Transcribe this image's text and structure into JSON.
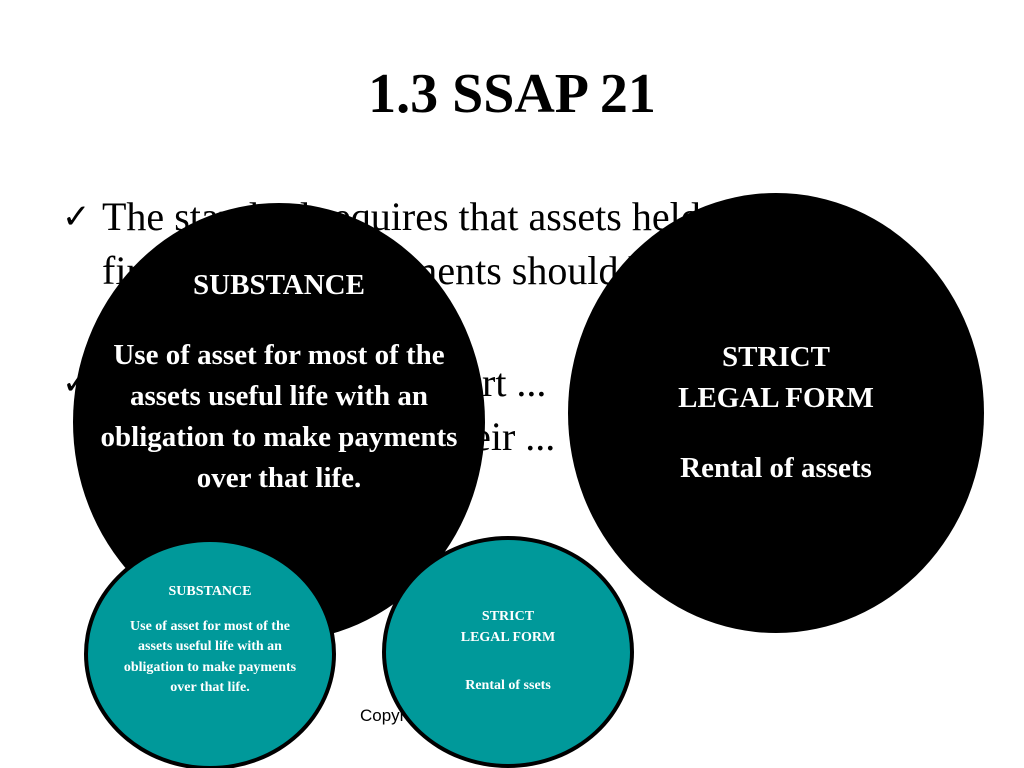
{
  "slide": {
    "title": "1.3  SSAP 21",
    "bullets": [
      {
        "lines": [
          "The standard requires that assets held under",
          "finance lease agreements should be ..."
        ]
      },
      {
        "lines": [
          "... port ...",
          "... their ..."
        ]
      }
    ],
    "footer": "Copyright ... University"
  },
  "large_circles": {
    "substance": {
      "heading": "SUBSTANCE",
      "body": "Use of asset for most of the assets useful life with an obligation to make payments over that life."
    },
    "strict": {
      "heading_line1": "STRICT",
      "heading_line2": "LEGAL FORM",
      "body": "Rental of assets"
    }
  },
  "small_circles": {
    "substance": {
      "heading": "SUBSTANCE",
      "body": "Use of asset for most of the assets useful life with an obligation to make payments over that life."
    },
    "strict": {
      "heading_line1": "STRICT",
      "heading_line2": "LEGAL FORM",
      "body": "Rental of ssets"
    }
  },
  "colors": {
    "background": "#ffffff",
    "large_circle": "#000000",
    "small_circle": "#00999a",
    "circle_text": "#ffffff"
  }
}
